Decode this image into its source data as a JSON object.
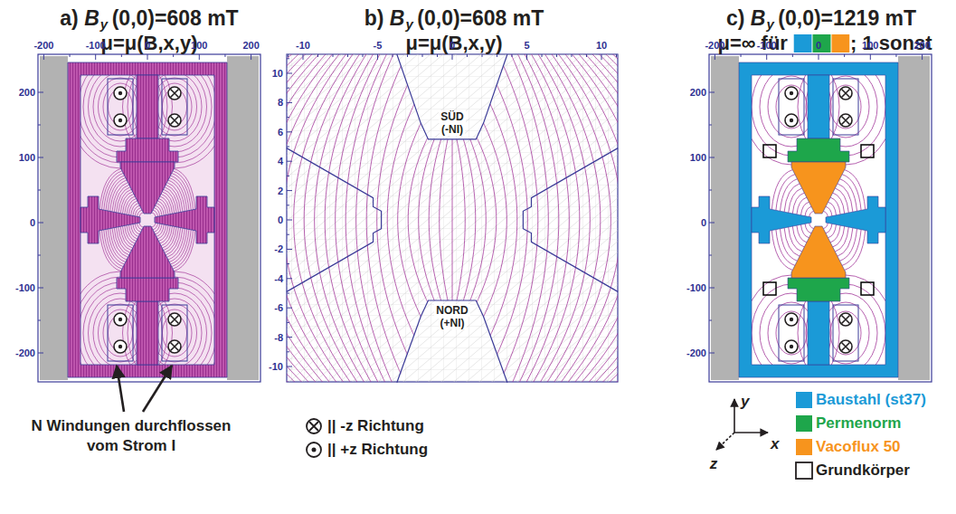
{
  "diagram": {
    "nodes": [
      {
        "text": [
          "SÜD",
          "(-NI)"
        ]
      },
      {
        "text": [
          "NORD",
          "(+NI)"
        ]
      }
    ],
    "labels": [
      "a)",
      "B",
      "y",
      "(0,0)=608 mT",
      "μ=μ(B,x,y)",
      "b)",
      "B",
      "y",
      "(0,0)=608 mT",
      "μ=μ(B,x,y)",
      "c)",
      "B",
      "y",
      "(0,0)=1219 mT",
      "μ=∞ für",
      "; 1 sonst",
      "-200",
      "-100",
      "0",
      "100",
      "200",
      "200",
      "100",
      "0",
      "-100",
      "-200",
      "-10",
      "-5",
      "0",
      "5",
      "10",
      "10",
      "8",
      "6",
      "4",
      "2",
      "0",
      "-2",
      "-4",
      "-6",
      "-8",
      "-10",
      "-200",
      "-100",
      "0",
      "100",
      "200",
      "200",
      "100",
      "0",
      "-100",
      "-200",
      "N Windungen durchflossen vom Strom I",
      "y",
      "x",
      "z"
    ],
    "legend": [
      {
        "text": "|| -z Richtung"
      },
      {
        "text": "|| +z Richtung"
      },
      {
        "text": "Baustahl (st37)",
        "color": "#1b9ad7"
      },
      {
        "text": "Permenorm",
        "color": "#1ea64b"
      },
      {
        "text": "Vacoflux 50",
        "color": "#f7941d"
      },
      {
        "text": "Grundkörper"
      }
    ]
  }
}
